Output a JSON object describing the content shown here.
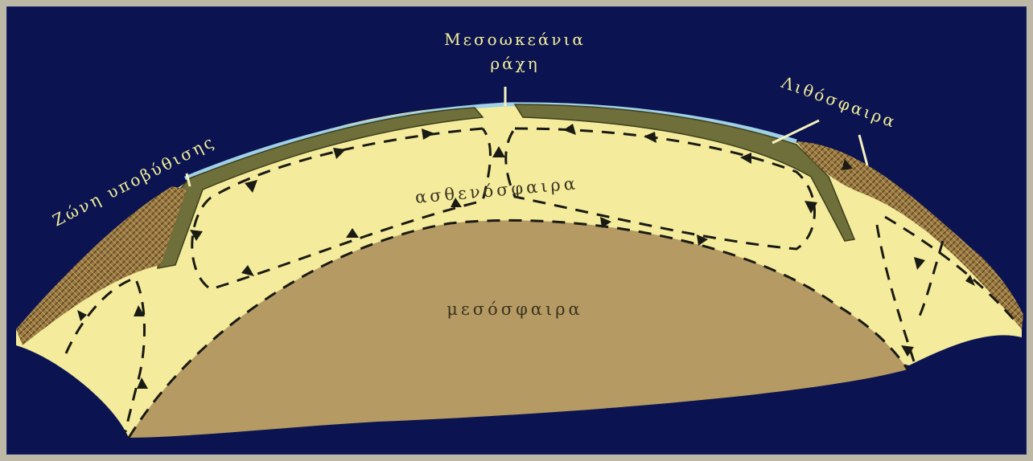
{
  "labels": {
    "ridge_line1": "Μεσοωκεάνια",
    "ridge_line2": "ράχη",
    "subduction": "Ζώνη υποβύθισης",
    "lithosphere": "Λιθόσφαιρα",
    "asthenosphere": "ασθενόσφαιρα",
    "mesosphere": "μεσόσφαιρα"
  },
  "colors": {
    "ocean": "#0b1450",
    "frame": "#bdb7a6",
    "asthenosphere": "#f4ec9c",
    "mesosphere": "#b59a63",
    "lithosphere_plate": "#6e6f3a",
    "continental_crust": "#9a7a43",
    "ocean_surface": "#9fd0e8",
    "label_text": "#f4ef9a"
  }
}
